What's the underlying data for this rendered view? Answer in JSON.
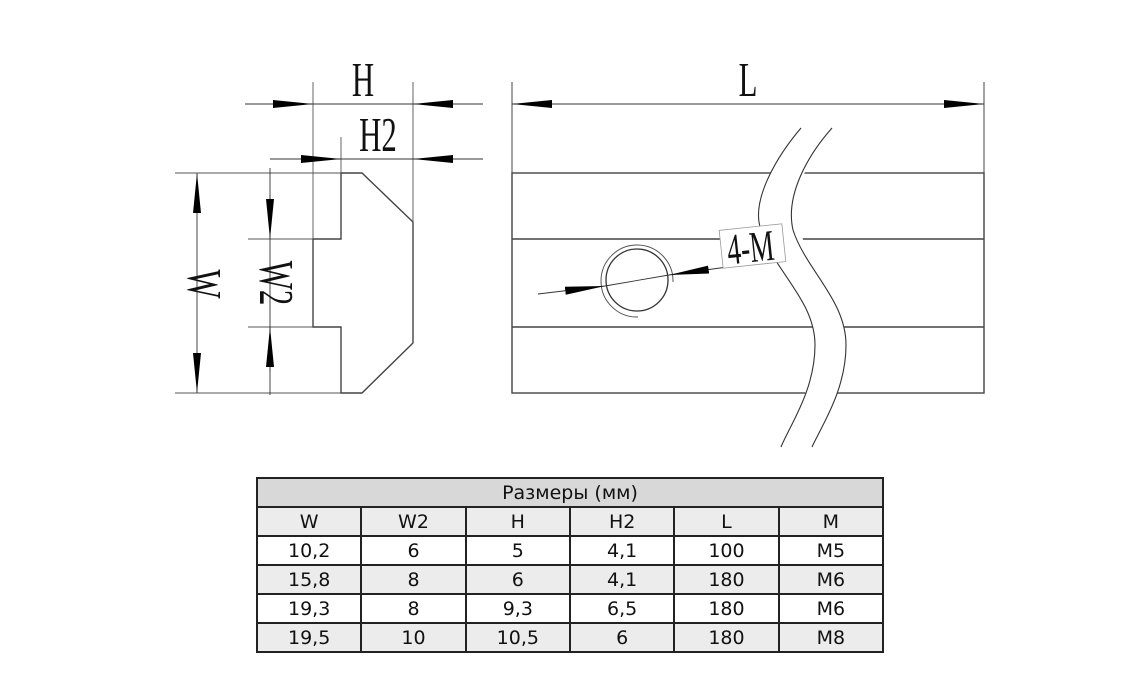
{
  "drawing": {
    "labels": {
      "H": "H",
      "H2": "H2",
      "W": "W",
      "W2": "W2",
      "L": "L",
      "hole": "4-M"
    }
  },
  "table": {
    "title": "Размеры (мм)",
    "columns": [
      "W",
      "W2",
      "H",
      "H2",
      "L",
      "M"
    ],
    "rows": [
      [
        "10,2",
        "6",
        "5",
        "4,1",
        "100",
        "M5"
      ],
      [
        "15,8",
        "8",
        "6",
        "4,1",
        "180",
        "M6"
      ],
      [
        "19,3",
        "8",
        "9,3",
        "6,5",
        "180",
        "M6"
      ],
      [
        "19,5",
        "10",
        "10,5",
        "6",
        "180",
        "M8"
      ]
    ]
  }
}
